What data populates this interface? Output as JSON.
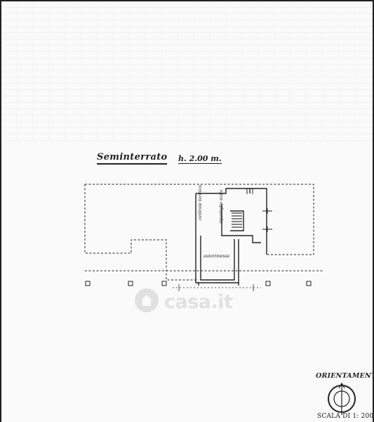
{
  "plan": {
    "title": "Seminterrato",
    "height": "h. 2.00 m.",
    "rooms": {
      "autorimessa": "autorimessa",
      "centrale_termica": "centrale termica",
      "ripostiglio": "ripostiglio scala"
    }
  },
  "legend": {
    "orientation_label": "ORIENTAMENTO",
    "scale_label": "SCALA DI 1: 200"
  },
  "watermark": {
    "text": "casa.it",
    "icon": "house-icon"
  },
  "colors": {
    "ink": "#222222",
    "paper": "#fafafa"
  }
}
